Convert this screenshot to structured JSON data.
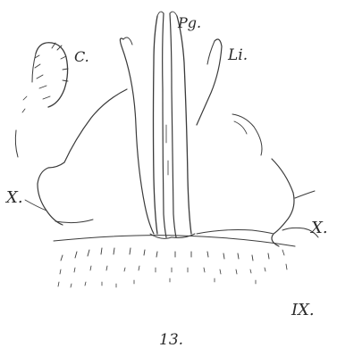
{
  "figure": {
    "number": "13.",
    "labels": {
      "pg": "Pg.",
      "c": "C.",
      "li": "Li.",
      "x_left": "X.",
      "x_right": "X.",
      "ix": "IX."
    }
  }
}
